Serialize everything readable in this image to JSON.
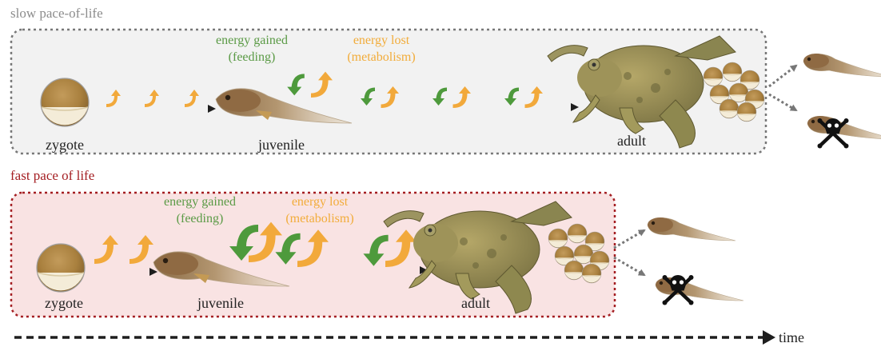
{
  "panels": {
    "slow": {
      "title": "slow pace-of-life",
      "energy_gained": [
        "energy gained",
        "(feeding)"
      ],
      "energy_lost": [
        "energy lost",
        "(metabolism)"
      ],
      "stages": {
        "zygote": "zygote",
        "juvenile": "juvenile",
        "adult": "adult"
      }
    },
    "fast": {
      "title": "fast pace of life",
      "energy_gained": [
        "energy gained",
        "(feeding)"
      ],
      "energy_lost": [
        "energy lost",
        "(metabolism)"
      ],
      "stages": {
        "zygote": "zygote",
        "juvenile": "juvenile",
        "adult": "adult"
      }
    }
  },
  "time_label": "time",
  "colors": {
    "slow_title": "#8c8c8c",
    "slow_border": "#777777",
    "slow_fill": "#f2f2f2",
    "fast_title": "#a41e22",
    "fast_border": "#a41e22",
    "fast_fill": "#f9e3e3",
    "gained": "#4e9a3c",
    "gained_text": "#5a9a45",
    "lost": "#f2a93b",
    "lost_text": "#f2ac3a",
    "arrow": "#1e1e1e"
  },
  "icons": [
    "egg-icon",
    "tadpole-icon",
    "frog-icon",
    "egg-clutch-icon",
    "skull-crossbones-icon",
    "gain-arrow-icon",
    "loss-arrow-icon"
  ]
}
